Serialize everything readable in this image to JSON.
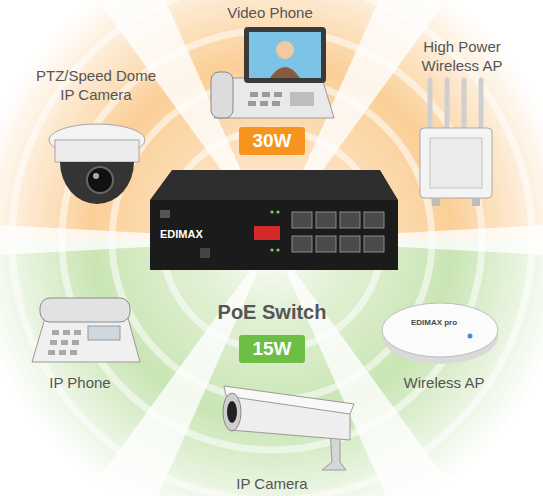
{
  "diagram": {
    "nodes": [
      {
        "text": [
          "30W"
        ]
      },
      {
        "text": [
          "15W"
        ]
      }
    ],
    "labels": [
      "Video Phone",
      "High Power Wireless AP",
      "PTZ/Speed Dome IP Camera",
      "EDIMAX",
      "PoE Switch",
      "IP Phone",
      "Wireless AP",
      "EDIMAX pro",
      "IP Camera"
    ]
  }
}
